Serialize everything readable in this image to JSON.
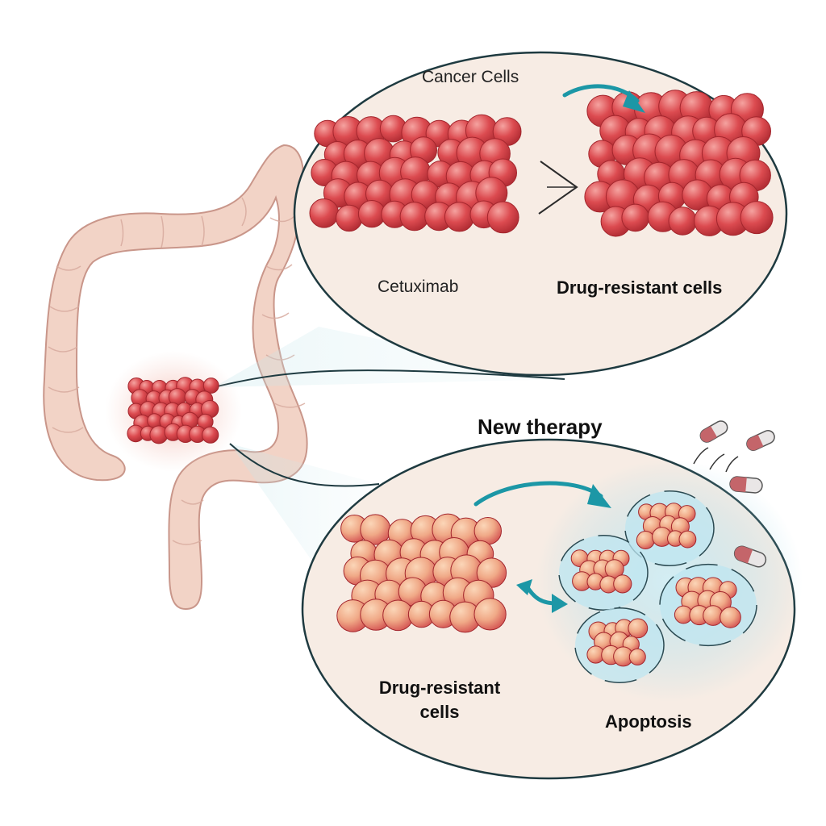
{
  "labels": {
    "cancer_cells": "Cancer Cells",
    "cetuximab": "Cetuximab",
    "drug_resistant_top": "Drug-resistant cells",
    "new_therapy": "New therapy",
    "drug_resistant_bottom_line1": "Drug-resistant",
    "drug_resistant_bottom_line2": "cells",
    "apoptosis": "Apoptosis"
  },
  "colors": {
    "background": "#ffffff",
    "colon_fill": "#f2d3c6",
    "colon_stroke": "#c9968a",
    "panel_fill": "#f7ece4",
    "panel_stroke": "#1e3a40",
    "cell_red": "#d8444a",
    "cell_red_light": "#ef8a88",
    "cell_peach": "#f0a987",
    "arrow_teal": "#1c97a6",
    "water_blue": "#a6dbea",
    "pill_red": "#c4656a",
    "pill_white": "#e9e6e6"
  },
  "icons": {
    "top_arrow": "curved-arrow-icon",
    "bottom_arrow": "curved-arrow-icon",
    "pills": "capsule-icon"
  }
}
